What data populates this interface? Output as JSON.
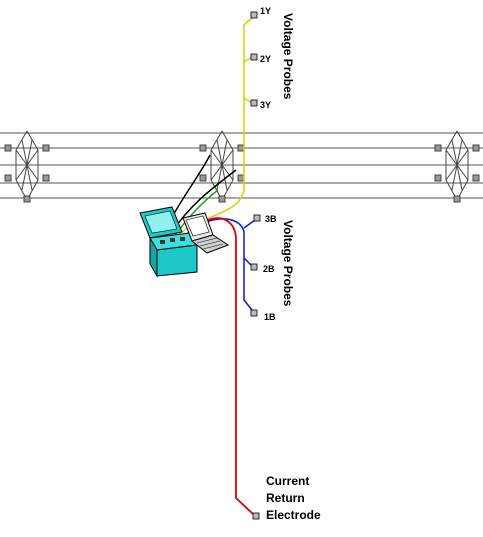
{
  "diagram": {
    "yellow_group_label": "Voltage Probes",
    "blue_group_label": "Voltage Probes",
    "yellow_probes": [
      "1Y",
      "2Y",
      "3Y"
    ],
    "blue_probes": [
      "3B",
      "2B",
      "1B"
    ],
    "current_electrode": {
      "line1": "Current",
      "line2": "Return",
      "line3": "Electrode"
    }
  },
  "colors": {
    "yellow_lead": "#d8d000",
    "blue_lead": "#1010e0",
    "red_lead": "#e00000",
    "green_lead": "#20a020",
    "black_lead": "#000000",
    "instrument": "#1cc8c8",
    "structure": "#555555"
  }
}
